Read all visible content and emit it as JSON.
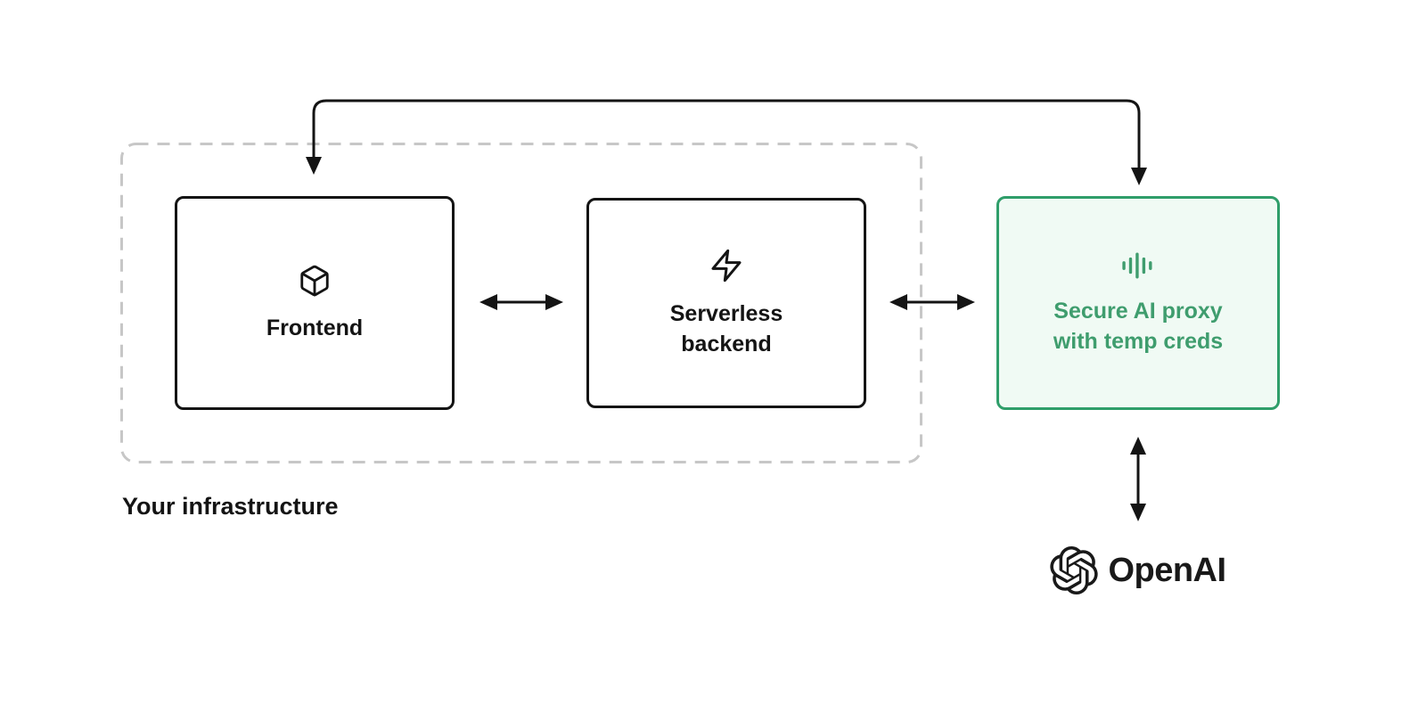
{
  "infrastructure": {
    "label": "Your infrastructure"
  },
  "nodes": {
    "frontend": {
      "label": "Frontend",
      "icon": "cube-icon"
    },
    "backend": {
      "label": "Serverless backend",
      "icon": "zap-icon"
    },
    "proxy": {
      "label": "Secure AI proxy with temp creds",
      "icon": "waveform-icon"
    },
    "openai": {
      "label": "OpenAI",
      "icon": "openai-logo-icon"
    }
  },
  "colors": {
    "background": "#ffffff",
    "text": "#141414",
    "node_border": "#141414",
    "arrow": "#141414",
    "dashed_border": "#c7c7c7",
    "proxy_border": "#2f9e6a",
    "proxy_bg": "#f0faf4",
    "proxy_text": "#3f9d6e"
  }
}
